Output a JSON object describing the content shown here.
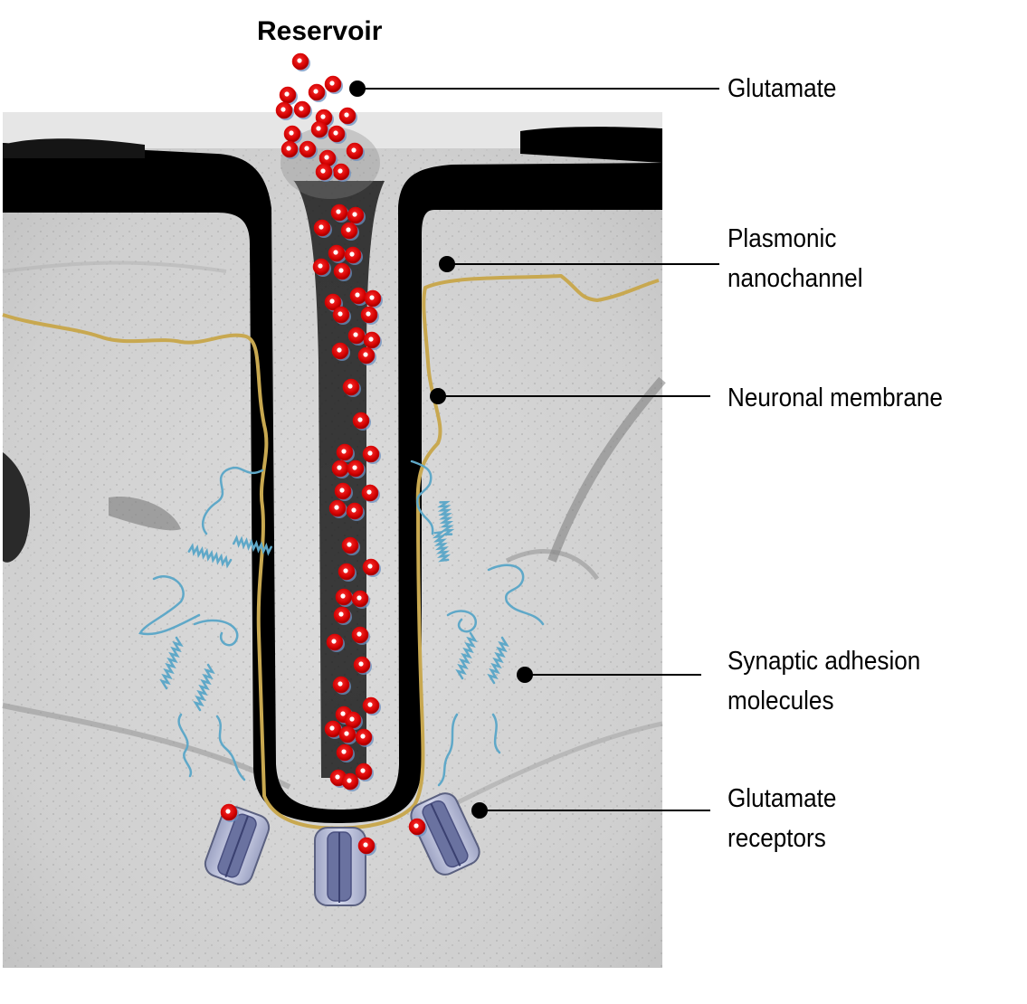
{
  "title": "Reservoir",
  "labels": {
    "glutamate": "Glutamate",
    "nanochannel": [
      "Plasmonic",
      "nanochannel"
    ],
    "membrane": "Neuronal membrane",
    "adhesion": [
      "Synaptic adhesion",
      "molecules"
    ],
    "receptors": [
      "Glutamate",
      "receptors"
    ]
  },
  "colors": {
    "glutamate_molecule": "#e00000",
    "channel": "#000000",
    "membrane": "#c8a850",
    "adhesion_molecule": "#5fa8c8",
    "receptor": "#aab0d0",
    "background_tissue": "#d4d4d4"
  },
  "icons": {
    "glutamate": "red-sphere",
    "receptor": "channel-protein",
    "adhesion": "helix-coil"
  }
}
